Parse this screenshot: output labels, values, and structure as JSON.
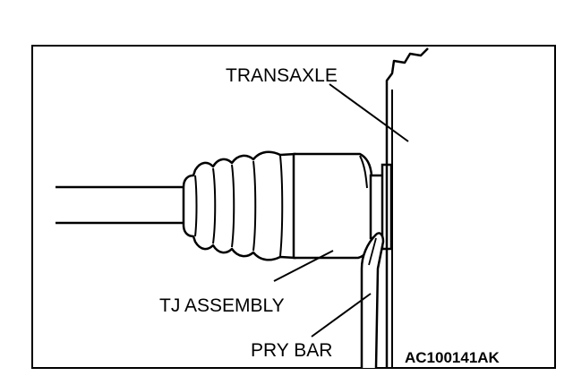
{
  "labels": {
    "transaxle": "TRANSAXLE",
    "tj_assembly": "TJ ASSEMBLY",
    "pry_bar": "PRY BAR",
    "figure_code": "AC100141AK"
  },
  "colors": {
    "ink": "#000000",
    "paper": "#ffffff"
  }
}
